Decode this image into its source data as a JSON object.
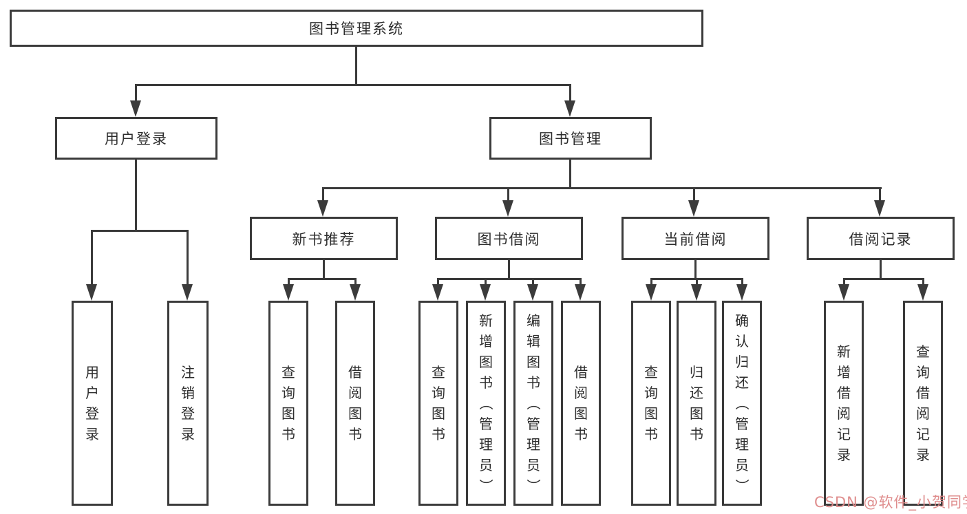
{
  "tree": {
    "root": {
      "label": "图书管理系统"
    },
    "children": [
      {
        "label": "用户登录",
        "children": [
          {
            "label": "用户登录"
          },
          {
            "label": "注销登录"
          }
        ]
      },
      {
        "label": "图书管理",
        "children": [
          {
            "label": "新书推荐",
            "children": [
              {
                "label": "查询图书"
              },
              {
                "label": "借阅图书"
              }
            ]
          },
          {
            "label": "图书借阅",
            "children": [
              {
                "label": "查询图书"
              },
              {
                "label": "新增图书（管理员）"
              },
              {
                "label": "编辑图书（管理员）"
              },
              {
                "label": "借阅图书"
              }
            ]
          },
          {
            "label": "当前借阅",
            "children": [
              {
                "label": "查询图书"
              },
              {
                "label": "归还图书"
              },
              {
                "label": "确认归还（管理员）"
              }
            ]
          },
          {
            "label": "借阅记录",
            "children": [
              {
                "label": "新增借阅记录"
              },
              {
                "label": "查询借阅记录"
              }
            ]
          }
        ]
      }
    ]
  },
  "watermark": {
    "text": "CSDN @软件_小贺同学",
    "color": "#dd8787"
  },
  "colors": {
    "line": "#3b3b3b",
    "border": "#3b3b3b",
    "text": "#2d2d2d",
    "background": "#ffffff"
  }
}
